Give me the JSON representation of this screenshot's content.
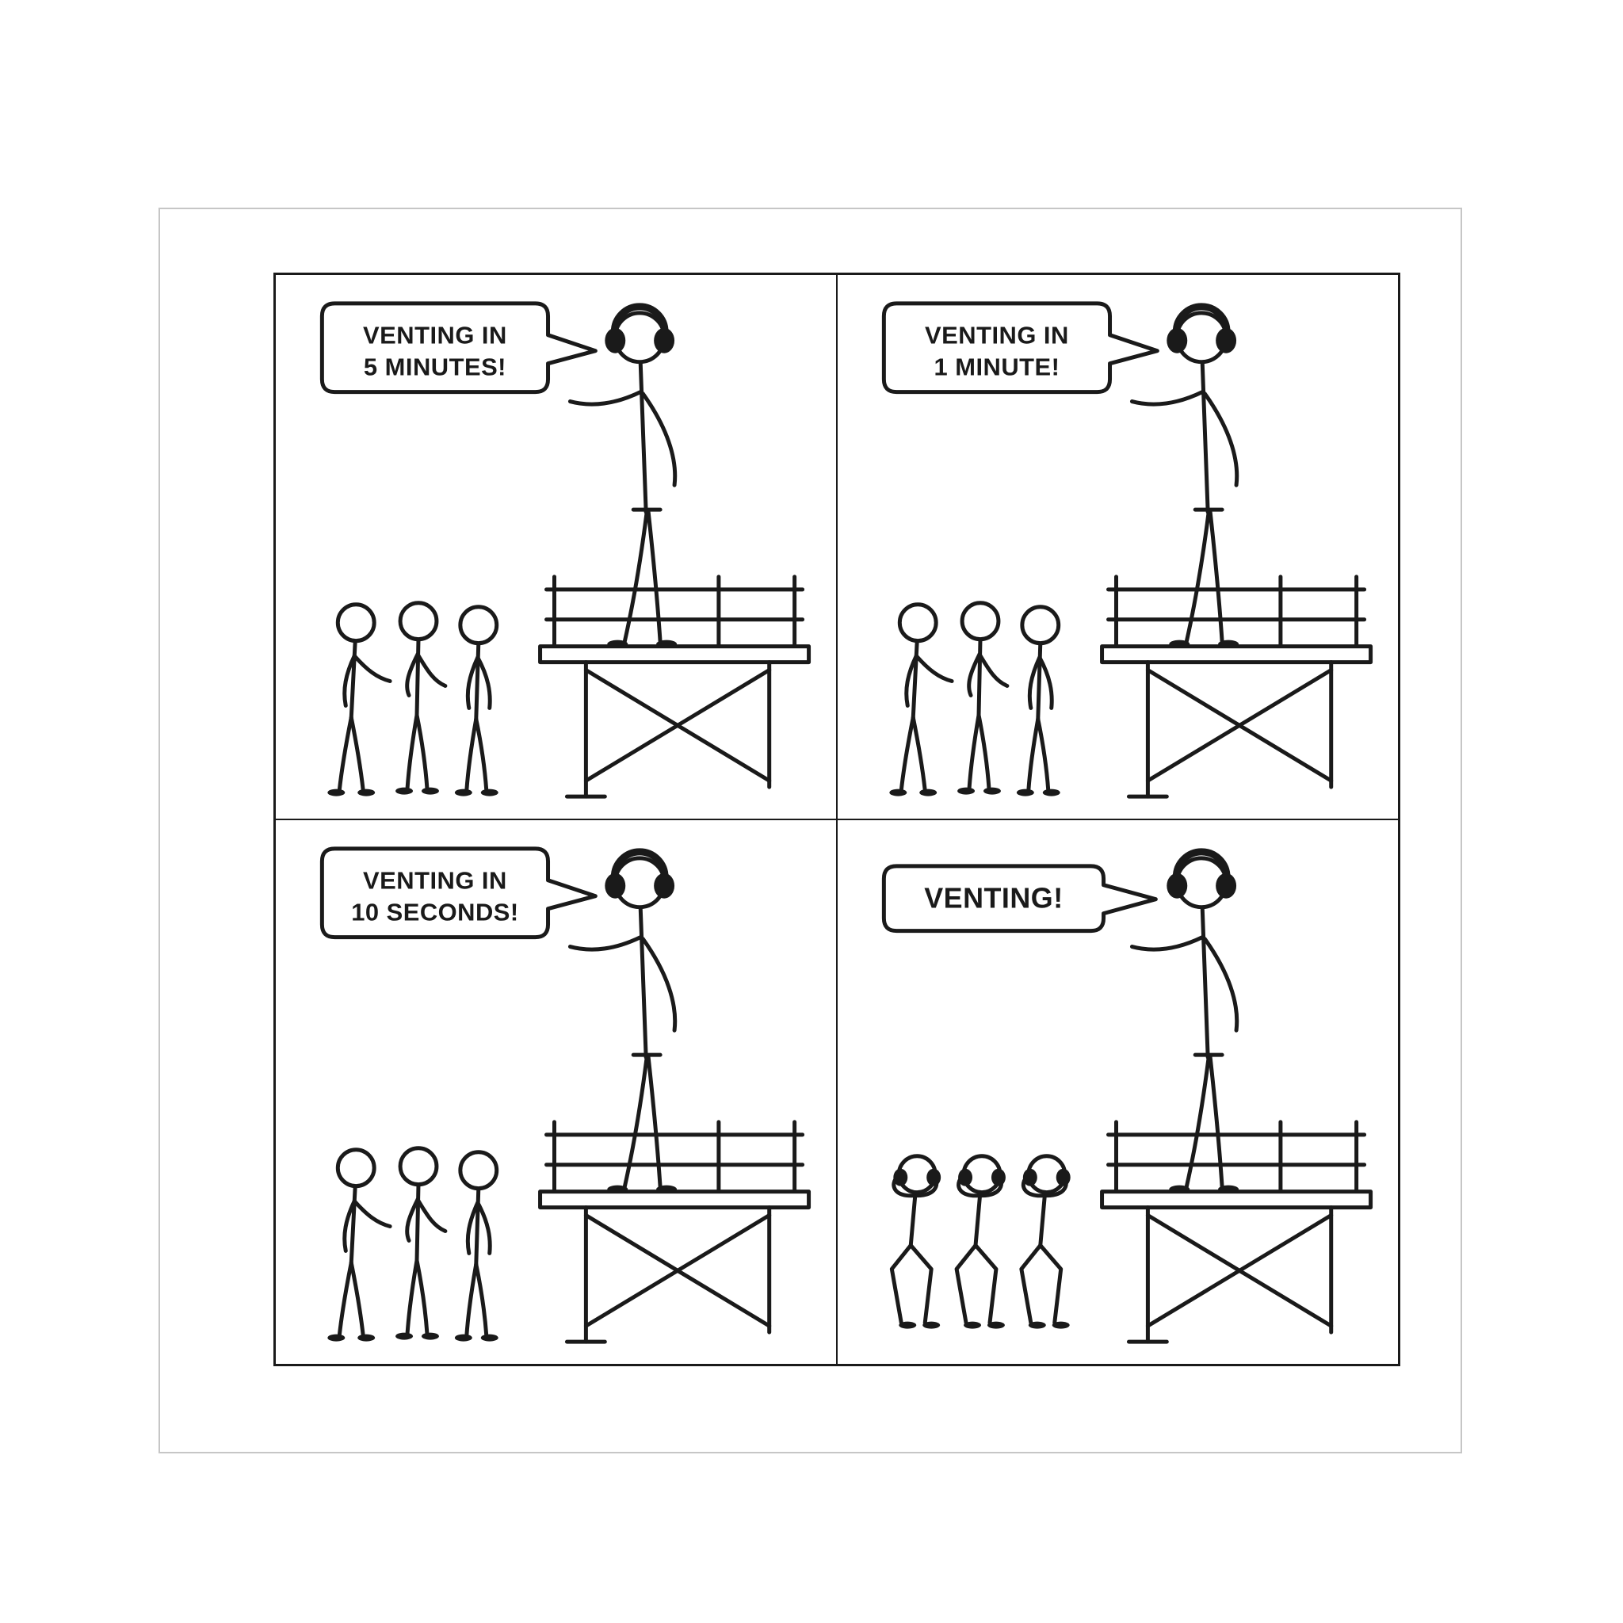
{
  "page": {
    "colors": {
      "ink": "#1a1a1a",
      "paper": "#ffffff",
      "frame_border": "#c6c6c6"
    }
  },
  "comic": {
    "panels": [
      {
        "name": "panel-1",
        "bubble_lines": [
          "VENTING IN",
          "5 MINUTES!"
        ]
      },
      {
        "name": "panel-2",
        "bubble_lines": [
          "VENTING IN",
          "1 MINUTE!"
        ]
      },
      {
        "name": "panel-3",
        "bubble_lines": [
          "VENTING IN",
          "10 SECONDS!"
        ]
      },
      {
        "name": "panel-4",
        "bubble_lines": [
          "VENTING!"
        ]
      }
    ]
  }
}
